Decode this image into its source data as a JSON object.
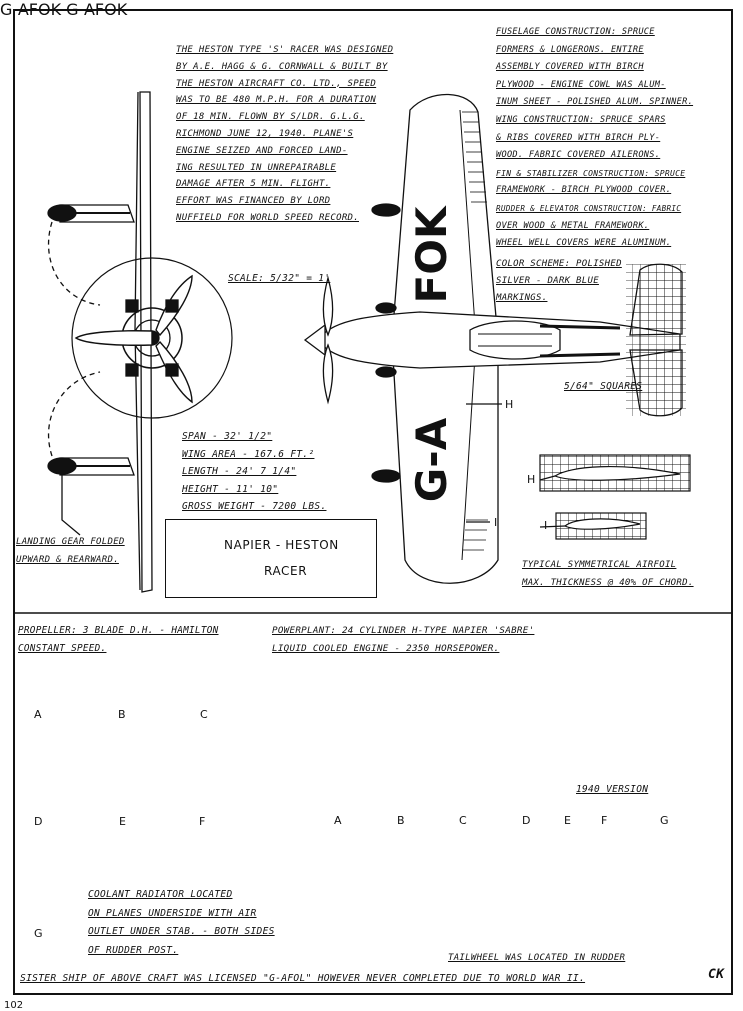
{
  "history_note": [
    "THE HESTON TYPE 'S' RACER WAS DESIGNED",
    "BY A.E. HAGG & G. CORNWALL & BUILT BY",
    "THE HESTON AIRCRAFT CO. LTD., SPEED",
    "WAS TO BE 480 M.P.H. FOR A DURATION",
    "OF 18 MIN. FLOWN BY S/LDR. G.L.G.",
    "RICHMOND JUNE 12, 1940. PLANE'S",
    "ENGINE SEIZED AND FORCED LAND-",
    "ING RESULTED IN UNREPAIRABLE",
    "DAMAGE AFTER 5 MIN. FLIGHT.",
    "EFFORT WAS FINANCED BY LORD",
    "NUFFIELD FOR WORLD SPEED RECORD."
  ],
  "construction_note": [
    "FUSELAGE CONSTRUCTION: SPRUCE",
    "FORMERS & LONGERONS. ENTIRE",
    "ASSEMBLY COVERED WITH BIRCH",
    "PLYWOOD - ENGINE COWL WAS ALUM-",
    "INUM SHEET - POLISHED ALUM. SPINNER.",
    "WING CONSTRUCTION: SPRUCE SPARS",
    "& RIBS COVERED WITH BIRCH PLY-",
    "WOOD. FABRIC COVERED AILERONS.",
    "FIN & STABILIZER CONSTRUCTION: SPRUCE",
    "FRAMEWORK - BIRCH PLYWOOD COVER.",
    "RUDDER & ELEVATOR CONSTRUCTION: FABRIC",
    "OVER WOOD & METAL FRAMEWORK.",
    "WHEEL WELL COVERS WERE ALUMINUM."
  ],
  "color_scheme": [
    "COLOR SCHEME: POLISHED",
    "SILVER - DARK BLUE",
    "MARKINGS."
  ],
  "scale": "SCALE: 5/32\" = 1'",
  "grid_note": "5/64\" SQUARES",
  "specs": [
    "SPAN - 32' 1/2\"",
    "WING AREA - 167.6 FT.²",
    "LENGTH - 24' 7 1/4\"",
    "HEIGHT - 11' 10\"",
    "GROSS WEIGHT - 7200 LBS."
  ],
  "landing_gear_note": [
    "LANDING GEAR FOLDED",
    "UPWARD & REARWARD."
  ],
  "logo": {
    "title": "NAPIER - HESTON",
    "subtitle": "RACER"
  },
  "airfoil_note": [
    "TYPICAL SYMMETRICAL AIRFOIL",
    "MAX. THICKNESS @ 40% OF CHORD."
  ],
  "airfoil_labels": [
    "H",
    "I"
  ],
  "propeller_note": [
    "PROPELLER: 3 BLADE D.H. - HAMILTON",
    "CONSTANT SPEED."
  ],
  "powerplant_note": [
    "POWERPLANT: 24 CYLINDER H-TYPE NAPIER 'SABRE'",
    "LIQUID COOLED ENGINE - 2350 HORSEPOWER."
  ],
  "section_letters": [
    "A",
    "B",
    "C",
    "D",
    "E",
    "F",
    "G"
  ],
  "registration": "G-AFOK",
  "wing_reg_top": "FOK",
  "wing_reg_bottom": "G-A",
  "version_note": "1940 VERSION",
  "radiator_note": [
    "COOLANT RADIATOR LOCATED",
    "ON PLANES UNDERSIDE WITH AIR",
    "OUTLET UNDER STAB. - BOTH SIDES",
    "OF RUDDER POST."
  ],
  "tailwheel_note": "TAILWHEEL WAS LOCATED IN RUDDER",
  "sister_note": "SISTER SHIP OF ABOVE CRAFT WAS LICENSED \"G-AFOL\" HOWEVER NEVER COMPLETED DUE TO WORLD WAR II.",
  "signature": "CK",
  "page_number": "102"
}
